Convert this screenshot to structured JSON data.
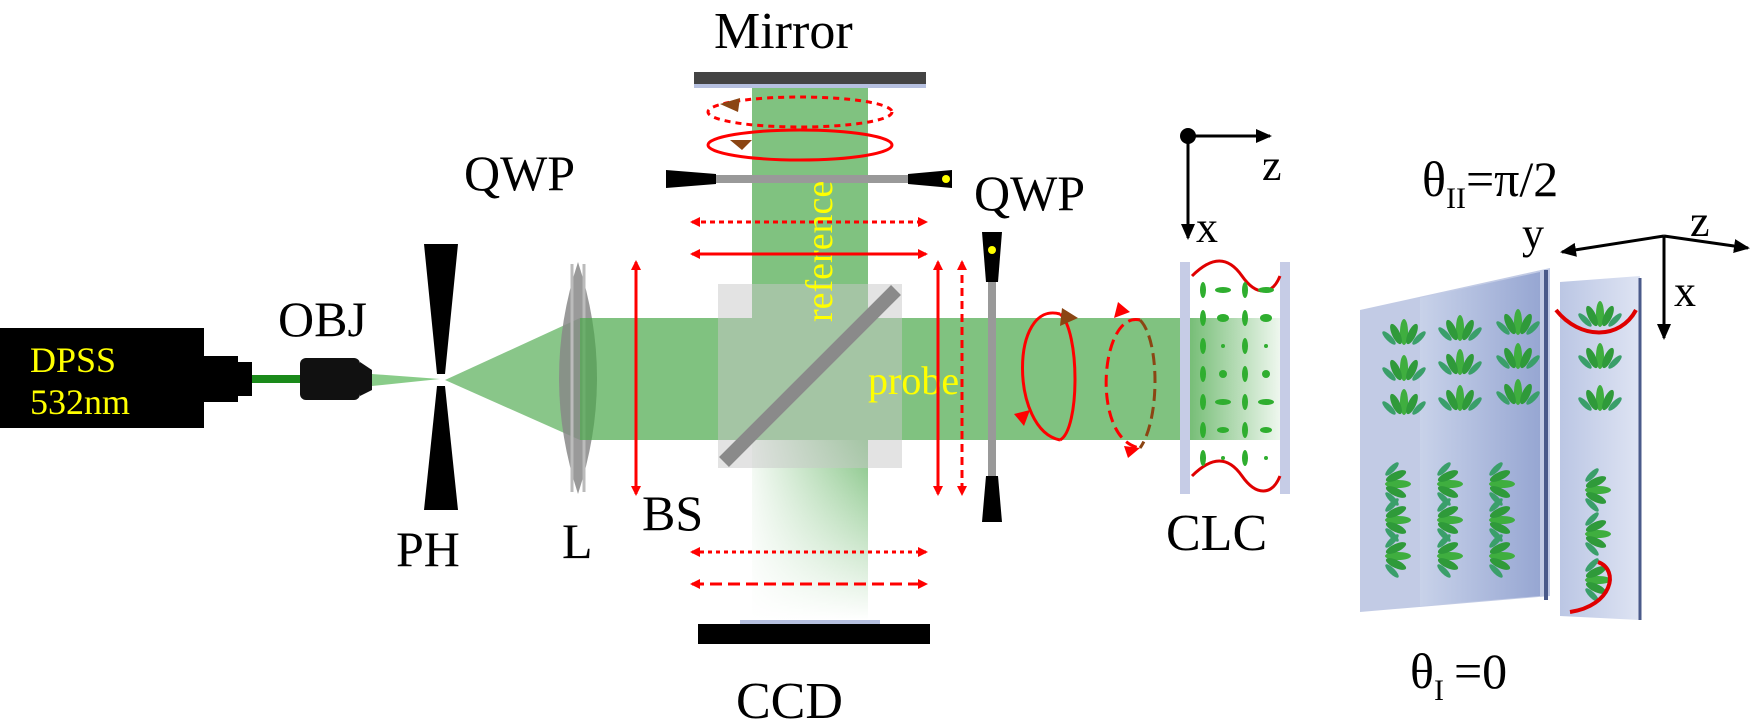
{
  "labels": {
    "laser_line1": "DPSS",
    "laser_line2": "532nm",
    "objective": "OBJ",
    "pinhole": "PH",
    "lens": "L",
    "beam_splitter": "BS",
    "mirror": "Mirror",
    "ccd": "CCD",
    "qwp_reference": "QWP",
    "qwp_probe": "QWP",
    "reference_beam": "reference",
    "probe_beam": "probe",
    "sample": "CLC",
    "axis_z": "z",
    "axis_x": "x",
    "cell_axis_y": "y",
    "cell_axis_z": "z",
    "cell_axis_x": "x",
    "theta_ii": "θ",
    "theta_ii_sub": "II",
    "theta_ii_val": "=π/2",
    "theta_i": "θ",
    "theta_i_sub": "I",
    "theta_i_val": "=0"
  },
  "colors": {
    "beam": "#4aa84a",
    "polarization": "#ff0000",
    "helix_brown": "#8b4513",
    "laser_text": "#ffff00",
    "glass": "#a8b4d8"
  }
}
